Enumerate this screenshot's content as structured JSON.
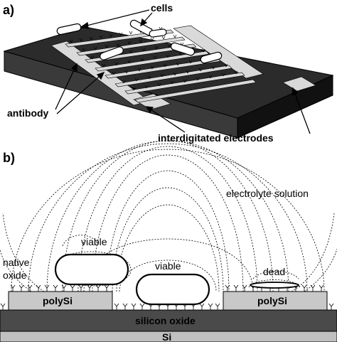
{
  "panel_a": {
    "letter": "a)",
    "labels": {
      "cells": "cells",
      "antibody": "antibody",
      "electrodes": "interdigitated electrodes"
    }
  },
  "panel_b": {
    "letter": "b)",
    "labels": {
      "electrolyte": "electrolyte solution",
      "viable_left": "viable",
      "viable_center": "viable",
      "dead": "dead",
      "native_oxide_line1": "native",
      "native_oxide_line2": "oxide",
      "polysi_left": "polySi",
      "polysi_right": "polySi",
      "silicon_oxide": "silicon oxide",
      "substrate": "Si"
    }
  },
  "colors": {
    "chip_top": "#2b2b2b",
    "chip_side": "#111111",
    "chip_front": "#3a3a3a",
    "electrode": "#d9d9d9",
    "polysi": "#c8c8c8",
    "silicon_oxide": "#4a4a4a",
    "substrate": "#c0c0c0",
    "cell_fill": "#ffffff"
  }
}
